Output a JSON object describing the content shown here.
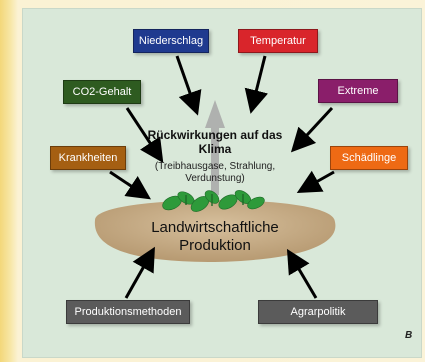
{
  "diagram": {
    "center_title": "Rückwirkungen auf das Klima",
    "center_subtitle": "(Treibhausgase, Strahlung, Verdunstung)",
    "production_label": "Landwirtschaftliche Produktion",
    "factors": {
      "niederschlag": "Niederschlag",
      "temperatur": "Temperatur",
      "co2": "CO2-Gehalt",
      "extreme": "Extreme",
      "krankheiten": "Krankheiten",
      "schaedlinge": "Schädlinge",
      "produktionsmethoden": "Produktionsmethoden",
      "agrarpolitik": "Agrarpolitik"
    },
    "corner_mark": "B",
    "colors": {
      "niederschlag": "#1f3a8f",
      "temperatur": "#d9252b",
      "co2": "#2e5b20",
      "extreme": "#8a1e6a",
      "krankheiten": "#a55f12",
      "schaedlinge": "#ee6a14",
      "produktionsmethoden": "#5b5b5b",
      "agrarpolitik": "#5b5b5b",
      "soil": "#c7ae8a",
      "plants": "#2e9a3a",
      "background": "#d9e8d9"
    }
  }
}
